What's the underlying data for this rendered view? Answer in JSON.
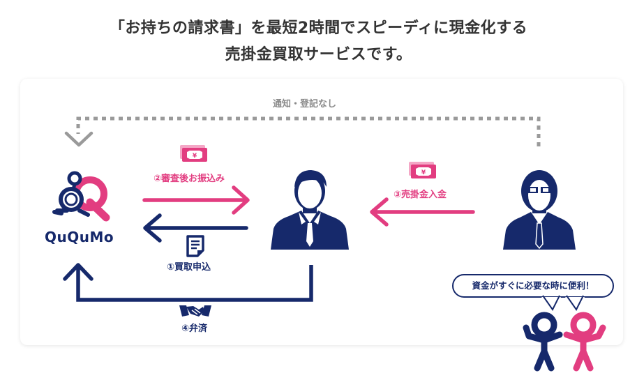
{
  "headline": {
    "line1": "「お持ちの請求書」を最短2時間でスピーディに現金化する",
    "line2": "売掛金買取サービスです。"
  },
  "diagram": {
    "notice_label": "通知・登記なし",
    "brand": {
      "name": "QuQuMo"
    },
    "steps": [
      {
        "label": "①買取申込",
        "icon": "document-icon"
      },
      {
        "label": "②審査後お振込み",
        "icon": "money-icon"
      },
      {
        "label": "③売掛金入金",
        "icon": "money-icon"
      },
      {
        "label": "④弁済",
        "icon": "handshake-icon"
      }
    ],
    "actors": [
      {
        "role": "client",
        "icon": "businessman-icon"
      },
      {
        "role": "customer",
        "icon": "senior-businessman-icon"
      }
    ],
    "speech_bubble": "資金がすぐに必要な時に便利！"
  },
  "colors": {
    "pink": "#e23d80",
    "navy": "#16296b",
    "grey": "#8a8a8a",
    "headline": "#333333"
  }
}
